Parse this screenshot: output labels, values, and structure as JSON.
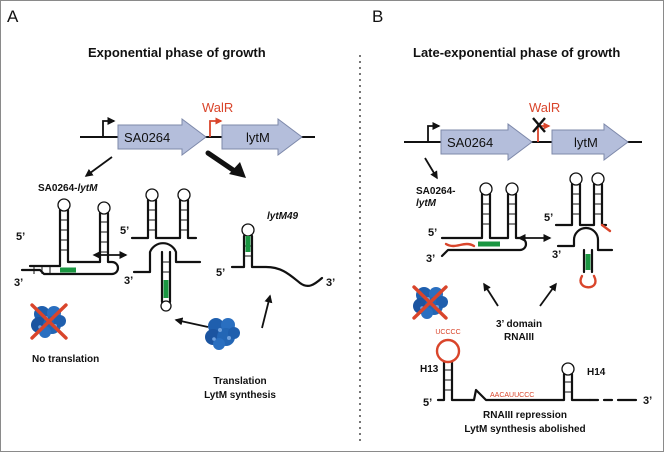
{
  "panel_a": {
    "letter": "A",
    "title": "Exponential phase of growth",
    "gene_1": "SA0264",
    "gene_2": "lytM",
    "regulator": "WalR",
    "transcript_prefix": "SA0264-",
    "transcript_suffix": "lytM",
    "short_transcript": "lytM49",
    "five_prime": "5’",
    "three_prime": "3’",
    "no_translation": "No translation",
    "translation_line1": "Translation",
    "translation_line2": "LytM synthesis"
  },
  "panel_b": {
    "letter": "B",
    "title": "Late-exponential phase of growth",
    "gene_1": "SA0264",
    "gene_2": "lytM",
    "regulator": "WalR",
    "transcript_prefix": "SA0264-",
    "transcript_suffix": "lytM",
    "five_prime": "5’",
    "three_prime": "3’",
    "domain_line1": "3’ domain",
    "domain_line2": "RNAIII",
    "hairpin_h13": "H13",
    "hairpin_h14": "H14",
    "loop_sequence": "UCCCC",
    "strand_sequence": "AACAUUCCC",
    "repression_line1": "RNAIII repression",
    "repression_line2": "LytM synthesis abolished"
  },
  "colors": {
    "gene_fill": "#b4bedb",
    "accent_red": "#d9452b",
    "pairing_green": "#1a9641",
    "ribosome_blue": "#1f5fae"
  },
  "icons": [
    "promoter-arrow-icon",
    "ribosome-icon",
    "cross-mark-icon",
    "bidirectional-arrow-icon"
  ]
}
